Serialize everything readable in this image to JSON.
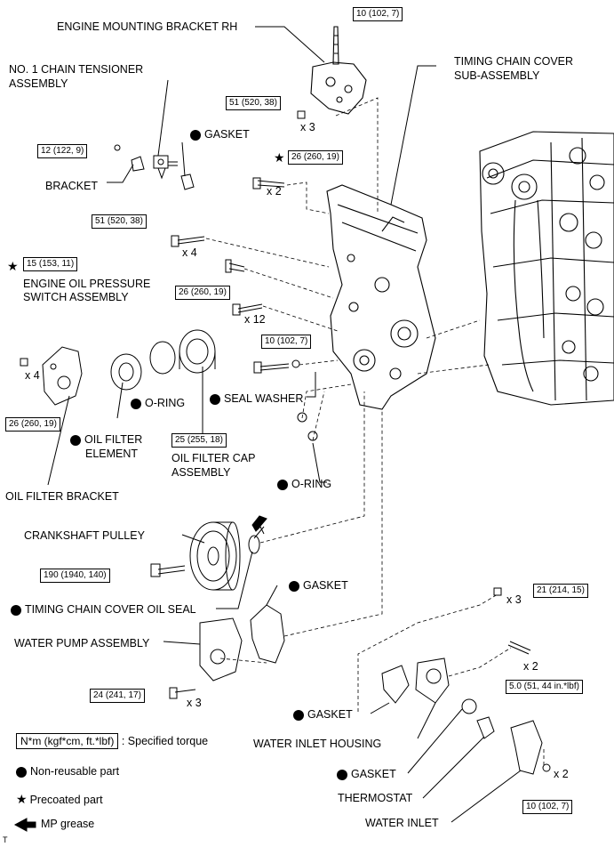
{
  "labels": {
    "engine_mounting_bracket_rh": "ENGINE MOUNTING BRACKET RH",
    "no1_chain_tensioner_l1": "NO. 1 CHAIN TENSIONER",
    "no1_chain_tensioner_l2": "ASSEMBLY",
    "timing_chain_cover_l1": "TIMING CHAIN COVER",
    "timing_chain_cover_l2": "SUB-ASSEMBLY",
    "gasket_top": "GASKET",
    "bracket": "BRACKET",
    "engine_oil_pressure_l1": "ENGINE OIL PRESSURE",
    "engine_oil_pressure_l2": "SWITCH ASSEMBLY",
    "seal_washer": "SEAL WASHER",
    "o_ring_left": "O-RING",
    "oil_filter_element_l1": "OIL FILTER",
    "oil_filter_element_l2": "ELEMENT",
    "oil_filter_cap_l1": "OIL FILTER CAP",
    "oil_filter_cap_l2": "ASSEMBLY",
    "o_ring_right": "O-RING",
    "oil_filter_bracket": "OIL FILTER BRACKET",
    "crankshaft_pulley": "CRANKSHAFT PULLEY",
    "timing_chain_cover_oil_seal": "TIMING CHAIN COVER OIL SEAL",
    "gasket_pump": "GASKET",
    "water_pump_assembly": "WATER PUMP ASSEMBLY",
    "gasket_inlet_housing": "GASKET",
    "water_inlet_housing": "WATER INLET HOUSING",
    "gasket_thermostat": "GASKET",
    "thermostat": "THERMOSTAT",
    "water_inlet": "WATER INLET"
  },
  "torques": {
    "t_10_top": "10 (102, 7)",
    "t_51_bracket": "51 (520, 38)",
    "t_12": "12 (122, 9)",
    "t_26_star": "26 (260, 19)",
    "t_51_cover": "51 (520, 38)",
    "t_15": "15 (153, 11)",
    "t_26_x12": "26 (260, 19)",
    "t_10_seal": "10 (102, 7)",
    "t_26_filter": "26 (260, 19)",
    "t_25": "25 (255, 18)",
    "t_190": "190 (1940, 140)",
    "t_21": "21 (214, 15)",
    "t_5": "5.0 (51, 44 in.*lbf)",
    "t_24": "24 (241, 17)",
    "t_10_inlet": "10 (102, 7)"
  },
  "quantities": {
    "q_bracket": "x 3",
    "q_star": "x 2",
    "q_cover": "x 4",
    "q_x12": "x 12",
    "q_filter": "x 4",
    "q_21": "x 3",
    "q_stud": "x 2",
    "q_24": "x 3",
    "q_inlet": "x 2"
  },
  "legend": {
    "torque_box": "N*m (kgf*cm, ft.*lbf)",
    "torque_text": ": Specified torque",
    "non_reusable": "Non-reusable part",
    "precoated": "Precoated part",
    "mp_grease": "MP grease"
  },
  "corner_mark": "T"
}
